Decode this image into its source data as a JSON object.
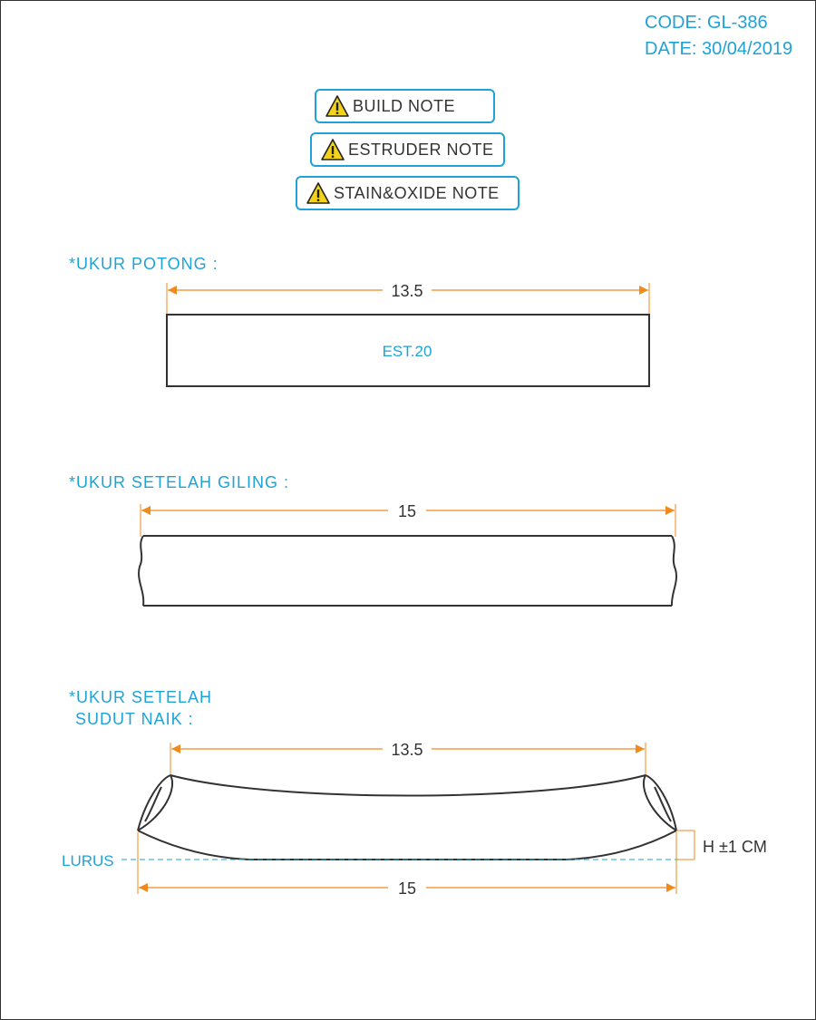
{
  "header": {
    "code": "CODE: GL-386",
    "date": "DATE: 30/04/2019"
  },
  "notes": {
    "build": "BUILD NOTE",
    "estruder": "ESTRUDER NOTE",
    "stain": "STAIN&OXIDE NOTE"
  },
  "sections": {
    "potong": {
      "label": "*UKUR POTONG :",
      "width": "13.5",
      "inner": "EST.20"
    },
    "giling": {
      "label": "*UKUR SETELAH GILING :",
      "width": "15"
    },
    "sudut": {
      "label_line1": "*UKUR SETELAH",
      "label_line2": "SUDUT NAIK  :",
      "top_width": "13.5",
      "bottom_width": "15",
      "height_note": "H ±1 CM",
      "straight_label": "LURUS"
    }
  },
  "colors": {
    "accent": "#1fa3d6",
    "dimension": "#f08a1c",
    "outline": "#333333",
    "warning": "#f2d21c"
  }
}
